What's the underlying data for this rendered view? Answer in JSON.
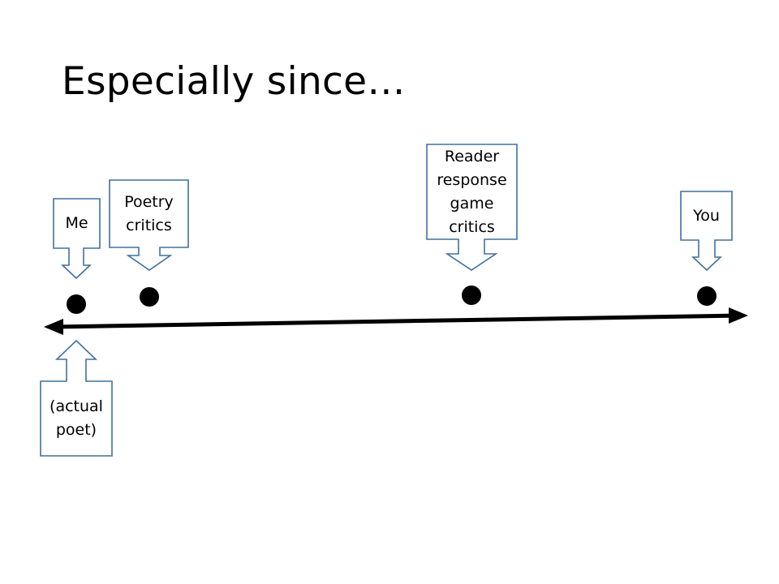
{
  "title": "Especially since…",
  "colors": {
    "box_stroke": "#41719c",
    "box_fill": "#ffffff",
    "axis": "#000000",
    "dot": "#000000"
  },
  "axis": {
    "arrows": "both-ends"
  },
  "markers": [
    {
      "id": "me",
      "label": "Me"
    },
    {
      "id": "poetry-critics",
      "label": "Poetry\ncritics"
    },
    {
      "id": "reader-response",
      "label": "Reader\nresponse\ngame\ncritics"
    },
    {
      "id": "you",
      "label": "You"
    },
    {
      "id": "actual-poet",
      "label": "(actual\npoet)"
    }
  ]
}
